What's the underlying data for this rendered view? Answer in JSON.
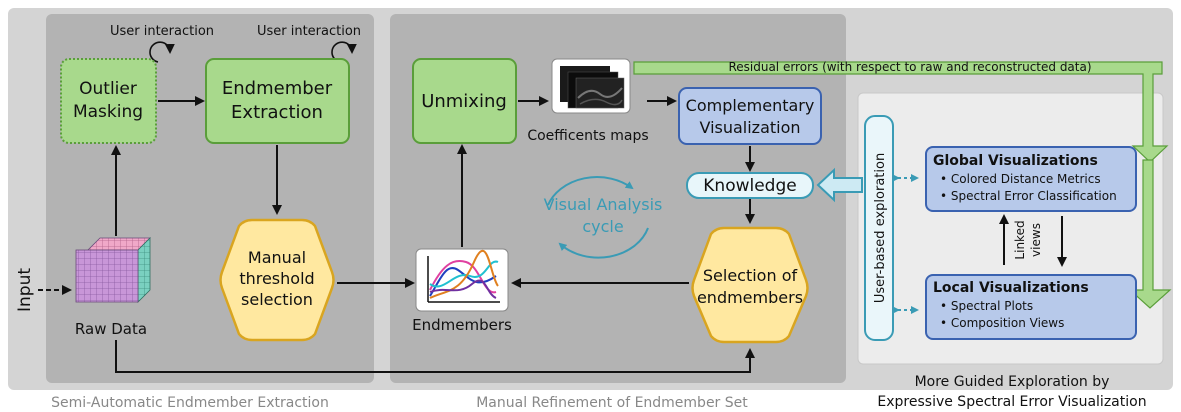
{
  "input_label": "Input",
  "raw_data": "Raw Data",
  "user_interaction_1": "User interaction",
  "user_interaction_2": "User interaction",
  "outlier_line1": "Outlier",
  "outlier_line2": "Masking",
  "extraction_line1": "Endmember",
  "extraction_line2": "Extraction",
  "threshold_line1": "Manual",
  "threshold_line2": "threshold",
  "threshold_line3": "selection",
  "unmixing": "Unmixing",
  "coeff_maps": "Coefficents maps",
  "complementary_line1": "Complementary",
  "complementary_line2": "Visualization",
  "knowledge": "Knowledge",
  "cycle_line1": "Visual Analysis",
  "cycle_line2": "cycle",
  "endmembers": "Endmembers",
  "selection_line1": "Selection of",
  "selection_line2": "endmembers",
  "residual": "Residual errors (with respect to raw and reconstructed data)",
  "user_based": "User-based exploration",
  "global_title": "Global Visualizations",
  "global_items": [
    "• Colored Distance Metrics",
    "• Spectral Error Classification"
  ],
  "local_title": "Local Visualizations",
  "local_items": [
    "• Spectral Plots",
    "• Composition Views"
  ],
  "linked_line1": "Linked",
  "linked_line2": "views",
  "caption_left": "Semi-Automatic Endmember Extraction",
  "caption_middle": "Manual Refinement of Endmember Set",
  "caption_right_line1": "More Guided Exploration by",
  "caption_right_line2": "Expressive Spectral Error Visualization",
  "colors": {
    "green_fill": "#a8d98c",
    "green_stroke": "#5a9e3a",
    "yellow_fill": "#ffe8a0",
    "yellow_stroke": "#d9a520",
    "blue_fill": "#b7c9ea",
    "blue_stroke": "#3a62b0",
    "teal": "#3a9bb5"
  }
}
